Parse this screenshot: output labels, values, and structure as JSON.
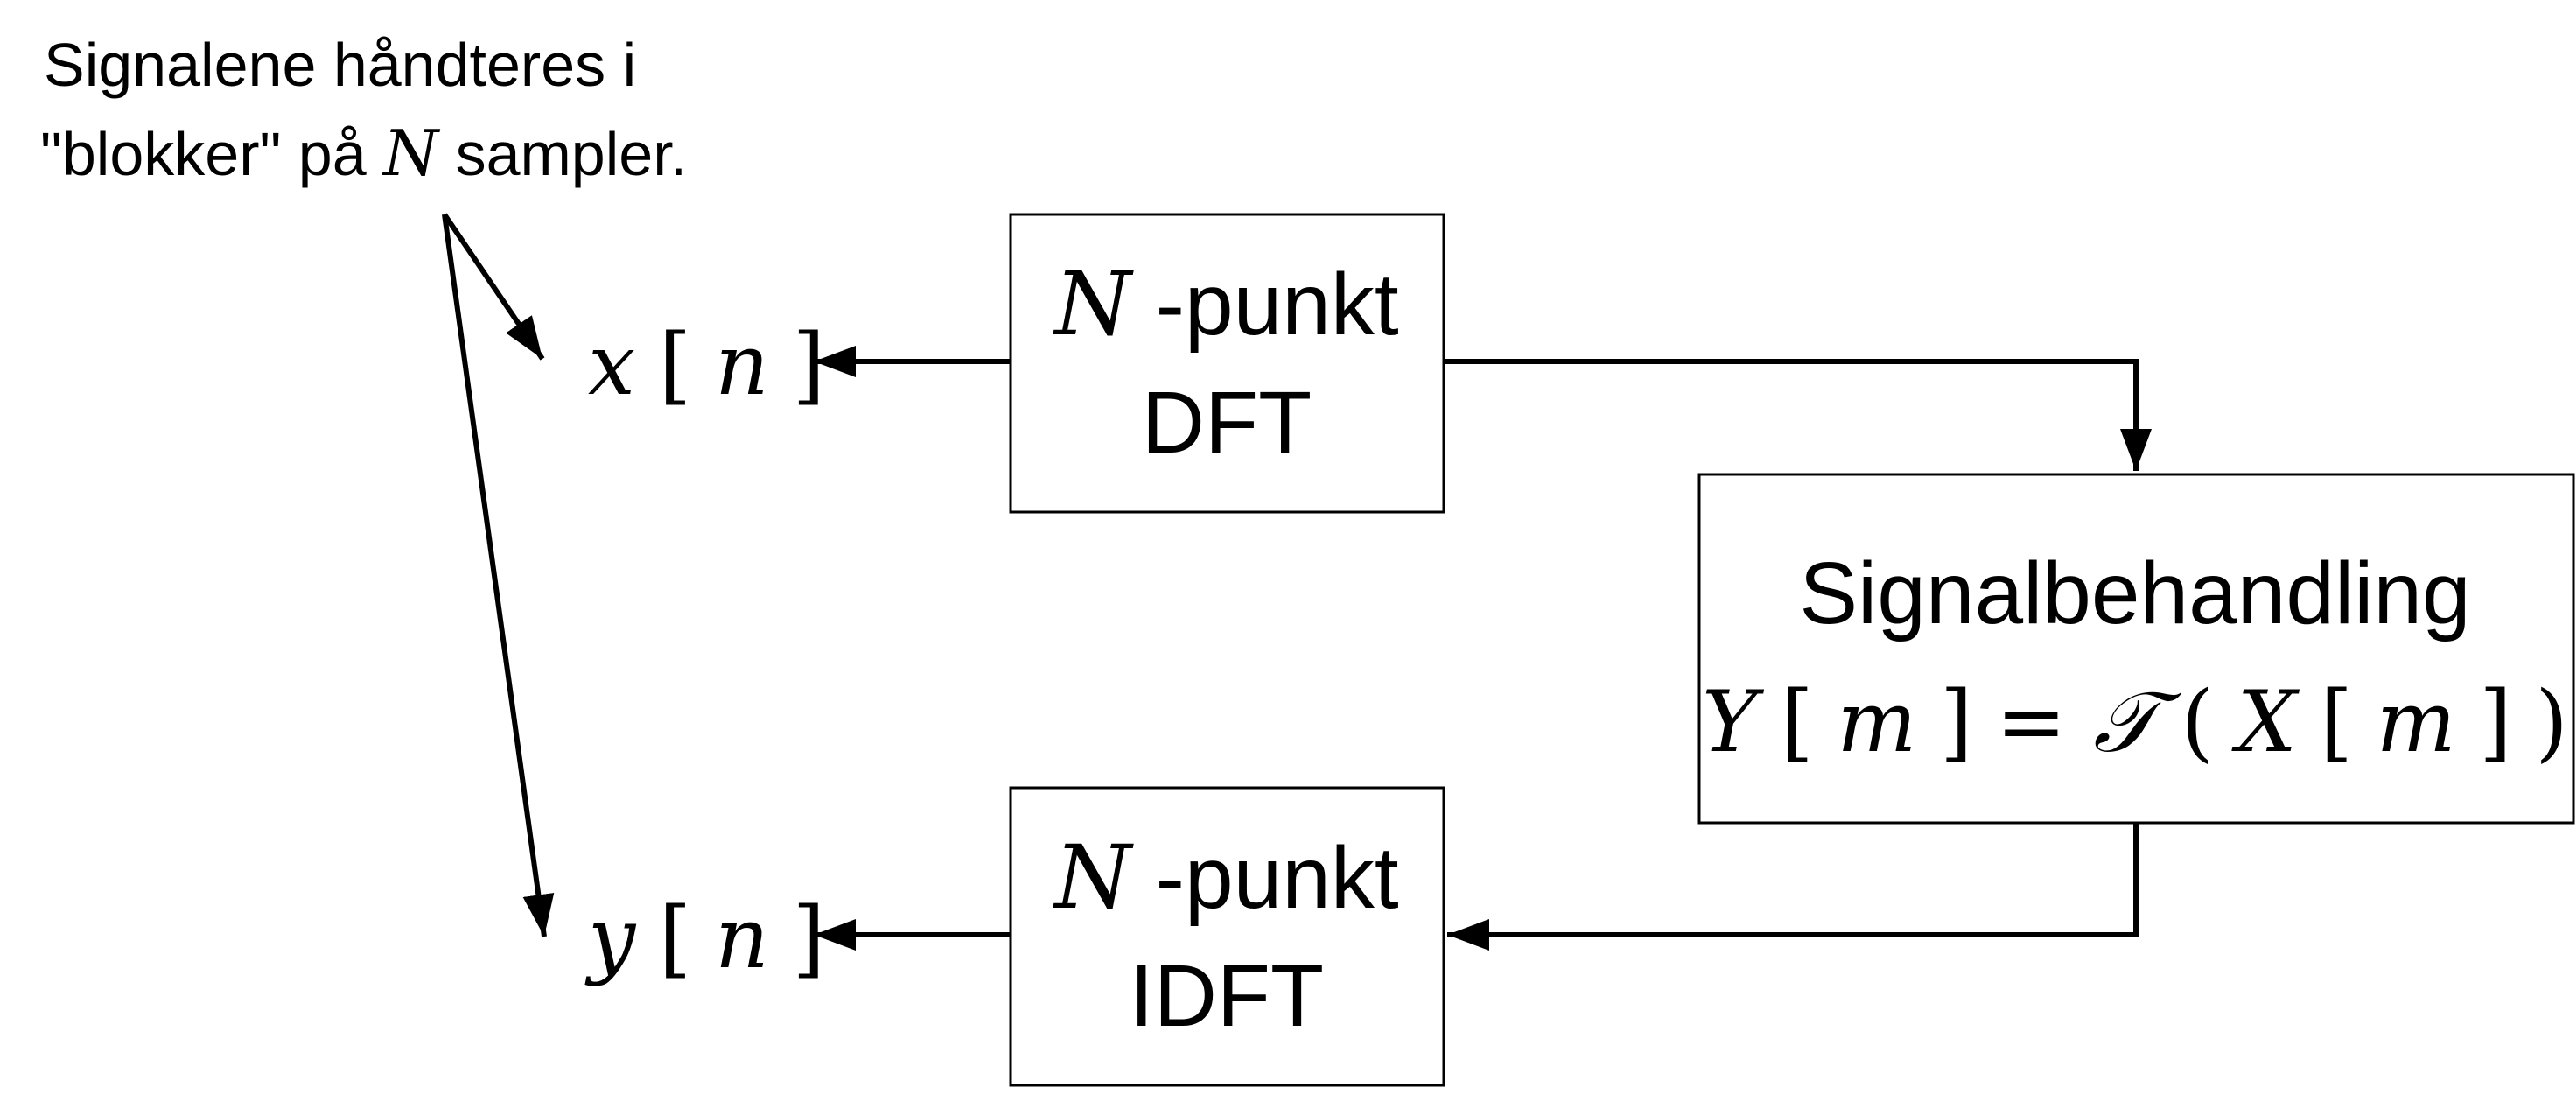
{
  "annotation": {
    "line1": "Signalene håndteres i",
    "line2_prefix": "\"blokker\" på ",
    "line2_var": "N",
    "line2_suffix": " sampler."
  },
  "signals": {
    "input": {
      "var": "x",
      "open": "[",
      "index": "n",
      "close": "]"
    },
    "output": {
      "var": "y",
      "open": "[",
      "index": "n",
      "close": "]"
    }
  },
  "dft_block": {
    "var": "N",
    "suffix": "-punkt",
    "label": "DFT"
  },
  "idft_block": {
    "var": "N",
    "suffix": "-punkt",
    "label": "IDFT"
  },
  "processing_block": {
    "title": "Signalbehandling",
    "eq_lhs_var": "Y",
    "eq_lhs_open": "[",
    "eq_lhs_index": "m",
    "eq_lhs_close": "]",
    "eq_sign": " = ",
    "eq_operator": "𝒯",
    "eq_paren_open": "(",
    "eq_arg_var": "X",
    "eq_arg_open": "[",
    "eq_arg_index": "m",
    "eq_arg_close": "]",
    "eq_paren_close": ")"
  }
}
